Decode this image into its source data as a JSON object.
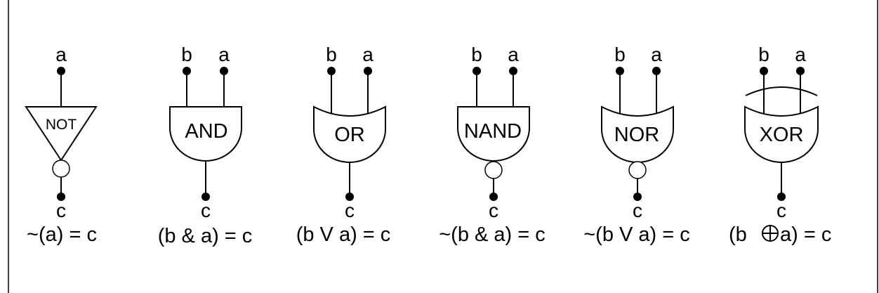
{
  "gates": [
    {
      "id": "not",
      "label": "NOT",
      "input_a": "a",
      "output": "c",
      "expr": "~(a) = c"
    },
    {
      "id": "and",
      "label": "AND",
      "input_b": "b",
      "input_a": "a",
      "output": "c",
      "expr": "(b & a) = c"
    },
    {
      "id": "or",
      "label": "OR",
      "input_b": "b",
      "input_a": "a",
      "output": "c",
      "expr": "(b V a) = c"
    },
    {
      "id": "nand",
      "label": "NAND",
      "input_b": "b",
      "input_a": "a",
      "output": "c",
      "expr": "~(b & a) = c"
    },
    {
      "id": "nor",
      "label": "NOR",
      "input_b": "b",
      "input_a": "a",
      "output": "c",
      "expr": "~(b V a) = c"
    },
    {
      "id": "xor",
      "label": "XOR",
      "input_b": "b",
      "input_a": "a",
      "output": "c",
      "expr_left": "(b ",
      "expr_right": "a) = c"
    }
  ],
  "icons": {
    "xor_operator": "circled-plus-icon"
  },
  "colors": {
    "line": "#000000",
    "background": "#ffffff"
  }
}
